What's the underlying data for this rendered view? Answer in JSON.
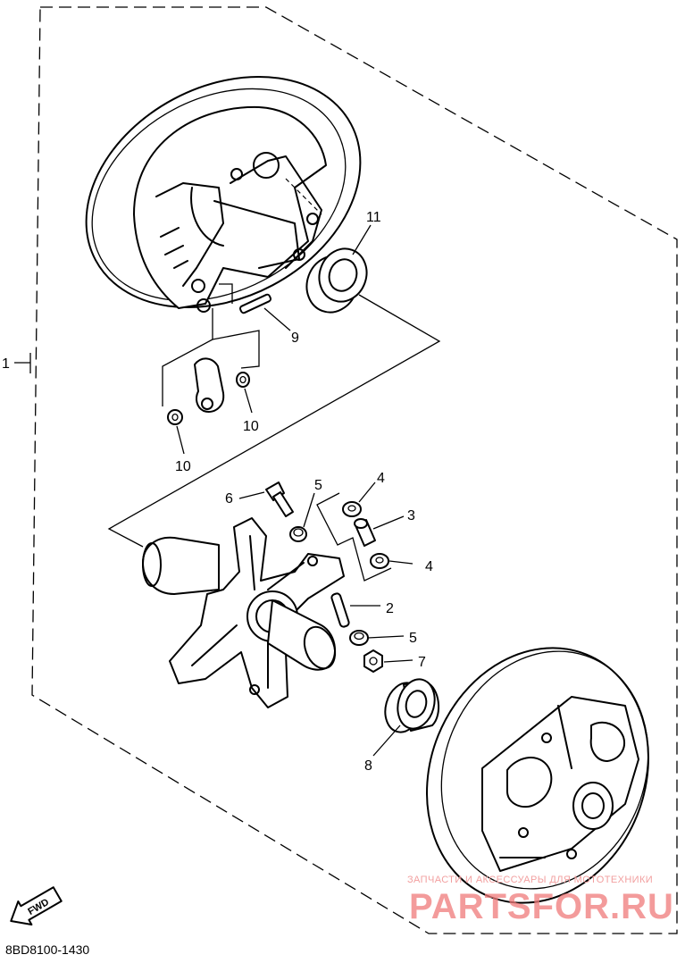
{
  "diagram": {
    "callouts": {
      "c1": "1",
      "c2": "2",
      "c3": "3",
      "c4a": "4",
      "c4b": "4",
      "c5a": "5",
      "c5b": "5",
      "c6": "6",
      "c7": "7",
      "c8": "8",
      "c9": "9",
      "c10a": "10",
      "c10b": "10",
      "c11": "11"
    },
    "fwd_label": "FWD",
    "part_number": "8BD8100-1430"
  },
  "watermark": {
    "tagline": "ЗАПЧАСТИ И АКСЕССУАРЫ ДЛЯ МОТОТЕХНИКИ",
    "logo": "PARTSFOR.RU",
    "color": "#f07a7a"
  }
}
